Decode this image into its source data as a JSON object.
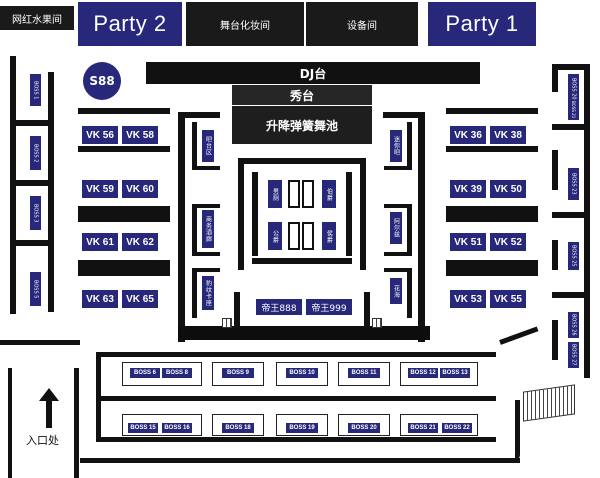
{
  "rooms": {
    "wanghong": "网红水果间",
    "party2": "Party 2",
    "wutai_huazhuang": "舞台化妆间",
    "shebei": "设备间",
    "party1": "Party 1"
  },
  "stage": {
    "dj": "DJ台",
    "xiutai": "秀台",
    "wuchi": "升降弹簧舞池"
  },
  "s88": "S88",
  "vk": {
    "v56": "VK 56",
    "v58": "VK 58",
    "v59": "VK 59",
    "v60": "VK 60",
    "v61": "VK 61",
    "v62": "VK 62",
    "v63": "VK 63",
    "v65": "VK 65",
    "v36": "VK 36",
    "v38": "VK 38",
    "v39": "VK 39",
    "v50": "VK 50",
    "v51": "VK 51",
    "v52": "VK 52",
    "v53": "VK 53",
    "v55": "VK 55"
  },
  "boss_left": [
    "BOSS 1",
    "BOSS 2",
    "BOSS 3",
    "BOSS 5"
  ],
  "boss_right": [
    "BOSS 20",
    "BOSS 21",
    "BOSS 23",
    "BOSS 25",
    "BOSS 26",
    "BOSS 27"
  ],
  "boss_row1": [
    "BOSS 6",
    "BOSS 8",
    "BOSS 9",
    "BOSS 10",
    "BOSS 11",
    "BOSS 12",
    "BOSS 13"
  ],
  "boss_row2": [
    "BOSS 15",
    "BOSS 16",
    "BOSS 18",
    "BOSS 19",
    "BOSS 20",
    "BOSS 21",
    "BOSS 22"
  ],
  "inner_left": [
    "吧台区",
    "商务酒廊",
    "豹纹卡座"
  ],
  "inner_right": [
    "迷你吧",
    "阿尔兹",
    "花海"
  ],
  "center_cards": [
    "男厕",
    "伯爵",
    "公爵",
    "侯爵"
  ],
  "diwang": {
    "d888": "帝王888",
    "d999": "帝王999"
  },
  "entrance": "入口处"
}
